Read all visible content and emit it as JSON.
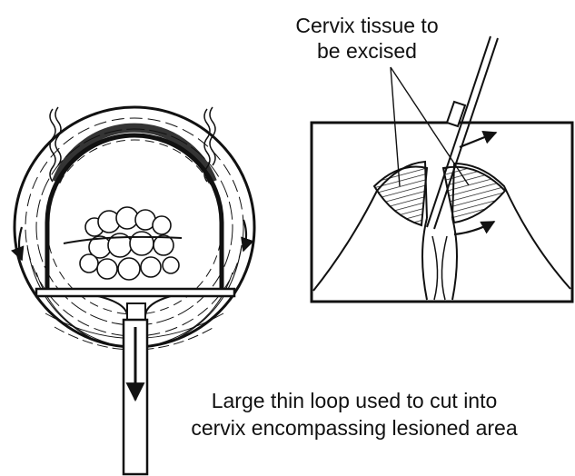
{
  "labels": {
    "tissue_line1": "Cervix tissue to",
    "tissue_line2": "be excised",
    "loop_line1": "Large thin loop used to cut into",
    "loop_line2": "cervix encompassing lesioned area"
  },
  "colors": {
    "ink": "#111111",
    "background": "#ffffff"
  }
}
